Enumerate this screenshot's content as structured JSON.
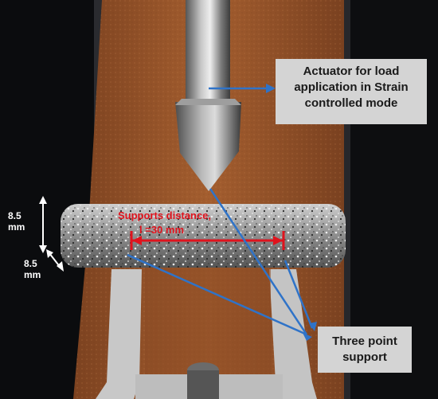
{
  "callouts": {
    "actuator": "Actuator for load application in Strain controlled mode",
    "support": "Three point support"
  },
  "dimensions": {
    "height": "8.5 mm",
    "width": "8.5 mm"
  },
  "span": {
    "label": "Supports distance,",
    "length": "l =30 mm"
  },
  "colors": {
    "arrow": "#2f73c8",
    "span_marker": "#e0131d",
    "callout_bg": "#d4d4d4",
    "bed": "#9a5528"
  }
}
